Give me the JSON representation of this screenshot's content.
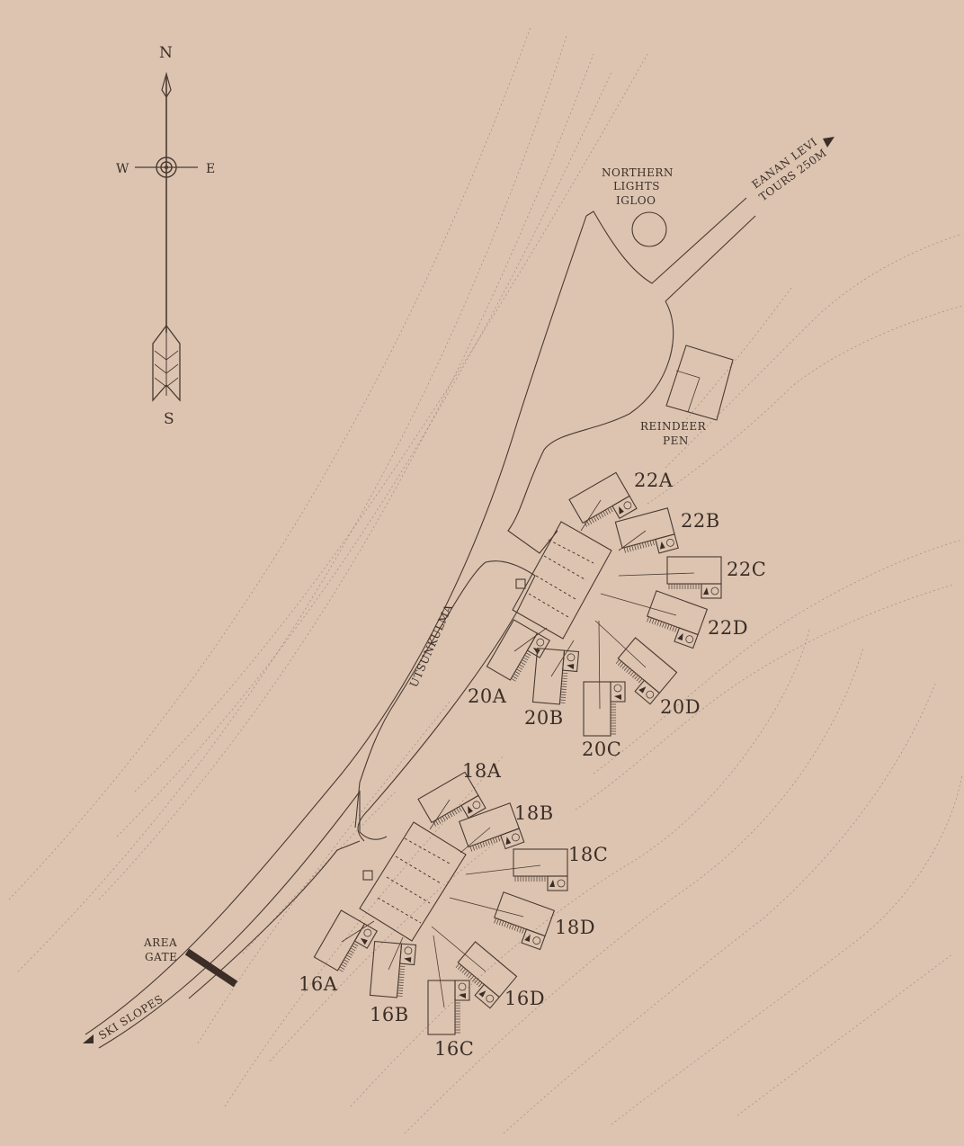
{
  "colors": {
    "background": "#dcc4b1",
    "ink": "#3c2e26",
    "contour": "#8c7a6d"
  },
  "compass": {
    "north": "N",
    "south": "S",
    "east": "E",
    "west": "W"
  },
  "landmarks": {
    "igloo": [
      "NORTHERN",
      "LIGHTS",
      "IGLOO"
    ],
    "reindeer_pen": [
      "REINDEER",
      "PEN"
    ],
    "area_gate": [
      "AREA",
      "GATE"
    ],
    "road_name": "UTSUNKULMA",
    "tours_direction": [
      "EANAN LEVI",
      "TOURS 250M"
    ],
    "ski_slopes": "SKI SLOPES"
  },
  "cabins": {
    "c22A": "22A",
    "c22B": "22B",
    "c22C": "22C",
    "c22D": "22D",
    "c20A": "20A",
    "c20B": "20B",
    "c20C": "20C",
    "c20D": "20D",
    "c18A": "18A",
    "c18B": "18B",
    "c18C": "18C",
    "c18D": "18D",
    "c16A": "16A",
    "c16B": "16B",
    "c16C": "16C",
    "c16D": "16D"
  }
}
